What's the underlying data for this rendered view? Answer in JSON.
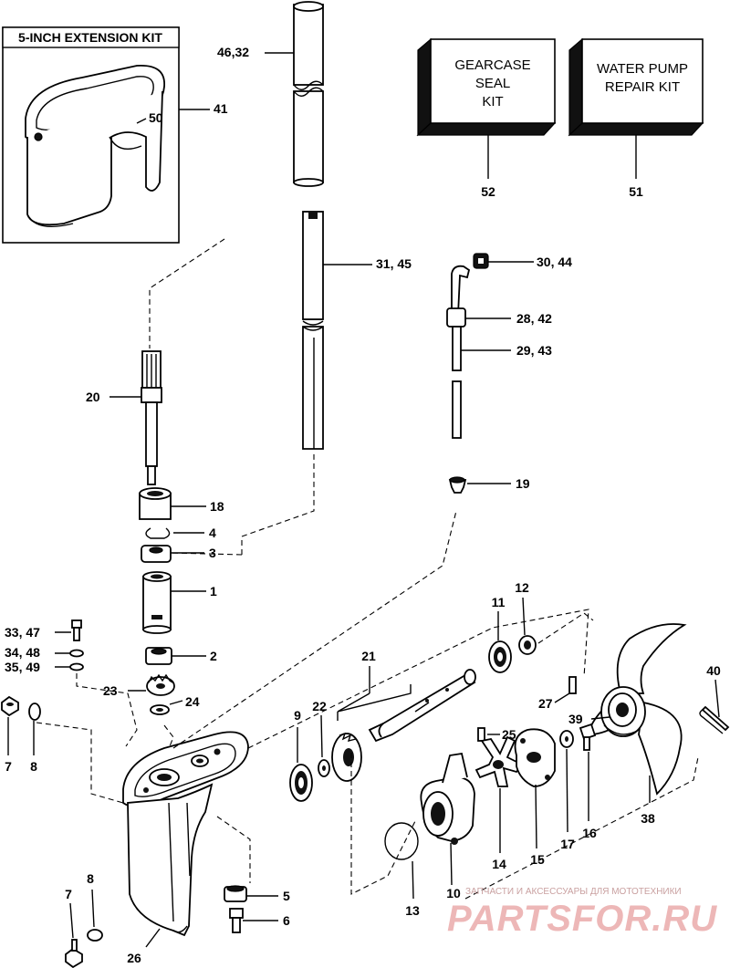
{
  "kit_box_title": "5-INCH EXTENSION KIT",
  "gearcase_kit": [
    "GEARCASE",
    "SEAL",
    "KIT"
  ],
  "water_pump_kit": [
    "WATER PUMP",
    "REPAIR KIT"
  ],
  "labels": {
    "p1": "1",
    "p2": "2",
    "p3": "3",
    "p4": "4",
    "p5": "5",
    "p6": "6",
    "p7a": "7",
    "p7b": "7",
    "p8a": "8",
    "p8b": "8",
    "p9": "9",
    "p10": "10",
    "p11": "11",
    "p12": "12",
    "p13": "13",
    "p14": "14",
    "p15": "15",
    "p16": "16",
    "p17": "17",
    "p18": "18",
    "p19": "19",
    "p20": "20",
    "p21": "21",
    "p22": "22",
    "p23": "23",
    "p24": "24",
    "p25": "25",
    "p26": "26",
    "p27": "27",
    "p28_42": "28, 42",
    "p29_43": "29, 43",
    "p30_44": "30, 44",
    "p31_45": "31, 45",
    "p33_47": "33, 47",
    "p34_48": "34, 48",
    "p35_49": "35, 49",
    "p38": "38",
    "p39": "39",
    "p40": "40",
    "p41": "41",
    "p46_32": "46,32",
    "p50": "50",
    "p51": "51",
    "p52": "52"
  },
  "watermark": {
    "caption": "ЗАПЧАСТИ И АКСЕССУАРЫ ДЛЯ МОТОТЕХНИКИ",
    "logo": "PARTSFOR.RU"
  }
}
